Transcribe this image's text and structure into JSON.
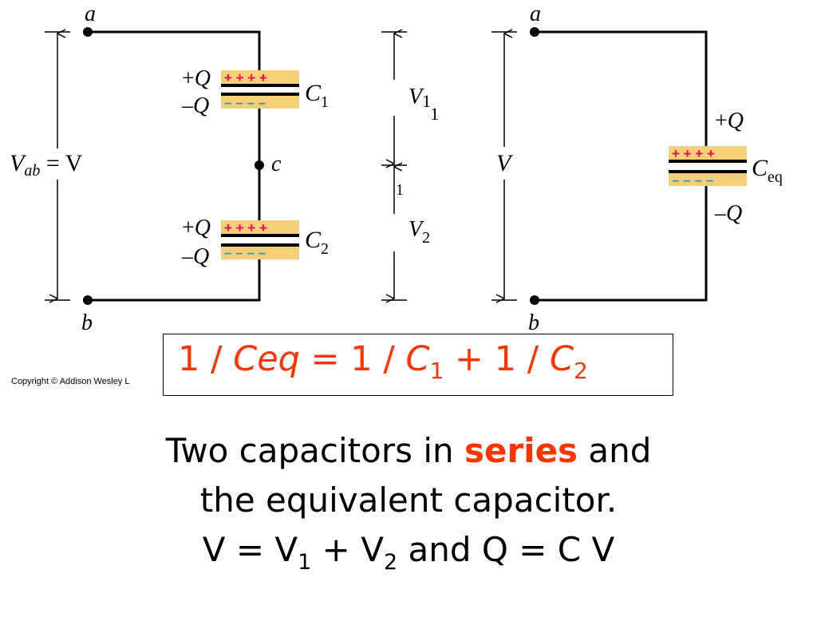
{
  "diagram": {
    "left": {
      "node_a": "a",
      "node_b": "b",
      "node_c": "c",
      "vab_main": "V",
      "vab_sub": "ab",
      "vab_eq": " = V",
      "c1_plus_sign": "+",
      "c1_plus_q": "Q",
      "c1_minus_sign": "–",
      "c1_minus_q": "Q",
      "c1_name": "C",
      "c1_sub": "1",
      "c2_plus_sign": "+",
      "c2_plus_q": "Q",
      "c2_minus_sign": "–",
      "c2_minus_q": "Q",
      "c2_name": "C",
      "c2_sub": "2"
    },
    "middle": {
      "v1_name": "V",
      "v1_sub": "1",
      "v1_sub_extra": "1",
      "v1_sub_stray": "1",
      "v2_name": "V",
      "v2_sub": "2"
    },
    "right": {
      "node_a": "a",
      "node_b": "b",
      "v_label": "V",
      "plus_sign": "+",
      "plus_q": "Q",
      "minus_sign": "–",
      "minus_q": "Q",
      "ceq_name": "C",
      "ceq_sub": "eq"
    },
    "plate_signs": {
      "plus": "+ + + +",
      "minus": "– – – –"
    },
    "colors": {
      "plate_fill": "#f5cf78",
      "plus": "#ff0055",
      "minus": "#1b9bd9",
      "accent": "#ff3300"
    }
  },
  "copyright": "Copyright © Addison Wesley L",
  "formula": {
    "lhs": "1 / ",
    "ceq": "Ceq",
    "mid1": " = 1 / ",
    "c1": "C",
    "sub1": "1",
    "mid2": " + 1 / ",
    "c2": "C",
    "sub2": "2"
  },
  "caption": {
    "line1_pre": "Two capacitors in ",
    "line1_highlight": "series",
    "line1_post": " and",
    "line2": "the equivalent capacitor.",
    "line3_v": "V = V",
    "line3_sub1": "1",
    "line3_plus": " + V",
    "line3_sub2": "2",
    "line3_rest": " and Q = C V"
  }
}
